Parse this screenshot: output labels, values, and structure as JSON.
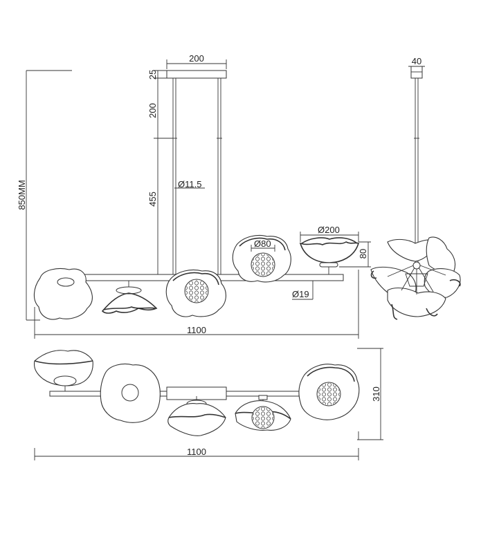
{
  "front_view": {
    "canopy_width": "200",
    "canopy_height": "25",
    "upper_rod": "200",
    "lower_rod": "455",
    "rod_diameter": "Ø11.5",
    "total_height": "850MM",
    "length": "1100",
    "ball_diameter": "Ø80",
    "bowl_diameter": "Ø200",
    "bowl_height": "80",
    "arm_diameter": "Ø19"
  },
  "side_view": {
    "rod_width": "40"
  },
  "top_view": {
    "length": "1100",
    "depth": "310"
  },
  "colors": {
    "line": "#333333",
    "background": "#ffffff"
  }
}
